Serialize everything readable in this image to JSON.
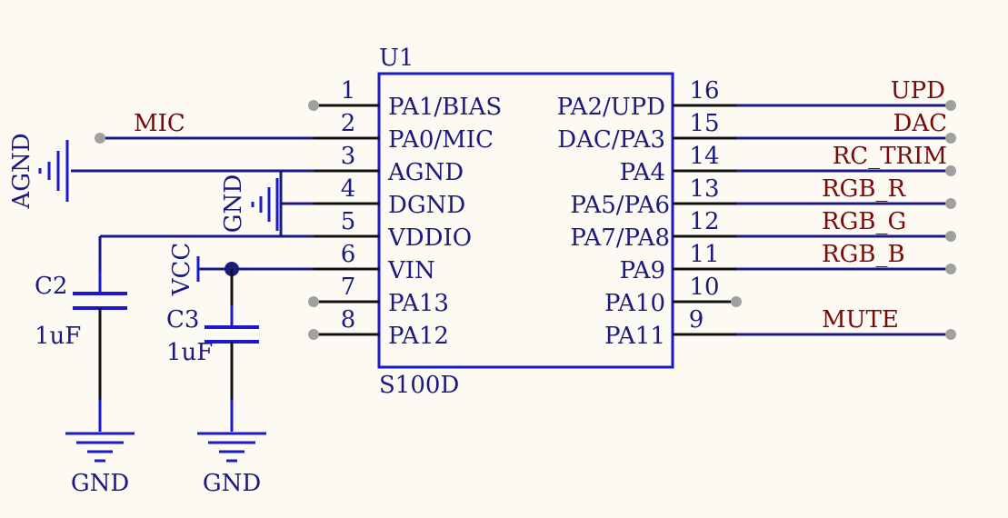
{
  "colors": {
    "background": "#fdfaf3",
    "wire": "#1a1a80",
    "chip_outline": "#1a1acc",
    "pin_stub": "#111111",
    "net_label": "#7a0a0a",
    "text": "#1a1a80",
    "unconnected_dot": "#a0a0a0",
    "junction": "#1a1a80"
  },
  "chip": {
    "designator": "U1",
    "part": "S100D",
    "left_pins": [
      {
        "num": "1",
        "name": "PA1/BIAS"
      },
      {
        "num": "2",
        "name": "PA0/MIC"
      },
      {
        "num": "3",
        "name": "AGND"
      },
      {
        "num": "4",
        "name": "DGND"
      },
      {
        "num": "5",
        "name": "VDDIO"
      },
      {
        "num": "6",
        "name": "VIN"
      },
      {
        "num": "7",
        "name": "PA13"
      },
      {
        "num": "8",
        "name": "PA12"
      }
    ],
    "right_pins": [
      {
        "num": "16",
        "name": "PA2/UPD"
      },
      {
        "num": "15",
        "name": "DAC/PA3"
      },
      {
        "num": "14",
        "name": "PA4"
      },
      {
        "num": "13",
        "name": "PA5/PA6"
      },
      {
        "num": "12",
        "name": "PA7/PA8"
      },
      {
        "num": "11",
        "name": "PA9"
      },
      {
        "num": "10",
        "name": "PA10"
      },
      {
        "num": "9",
        "name": "PA11"
      }
    ]
  },
  "net_labels": {
    "mic": "MIC",
    "upd": "UPD",
    "dac": "DAC",
    "rc_trim": "RC_TRIM",
    "rgb_r": "RGB_R",
    "rgb_g": "RGB_G",
    "rgb_b": "RGB_B",
    "mute": "MUTE"
  },
  "power": {
    "agnd": "AGND",
    "dgnd": "GND",
    "vcc": "VCC",
    "gnd_c2": "GND",
    "gnd_c3": "GND"
  },
  "components": {
    "c2": {
      "ref": "C2",
      "value": "1uF"
    },
    "c3": {
      "ref": "C3",
      "value": "1uF"
    }
  }
}
